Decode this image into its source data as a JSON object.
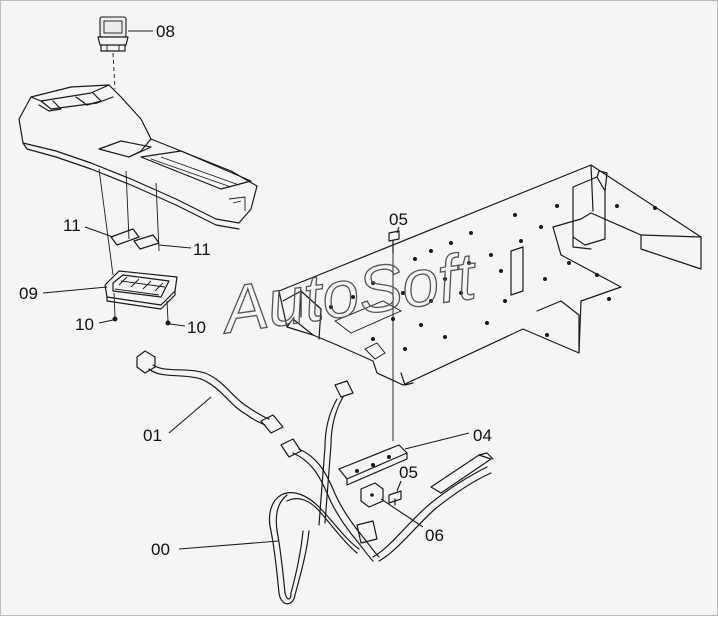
{
  "watermark": "AutoSoft",
  "callouts": {
    "c00": "00",
    "c01": "01",
    "c04": "04",
    "c05a": "05",
    "c05b": "05",
    "c06": "06",
    "c08": "08",
    "c09": "09",
    "c10a": "10",
    "c10b": "10",
    "c11a": "11",
    "c11b": "11"
  },
  "colors": {
    "line": "#1a1a1a",
    "background": "#f5f5f5"
  }
}
